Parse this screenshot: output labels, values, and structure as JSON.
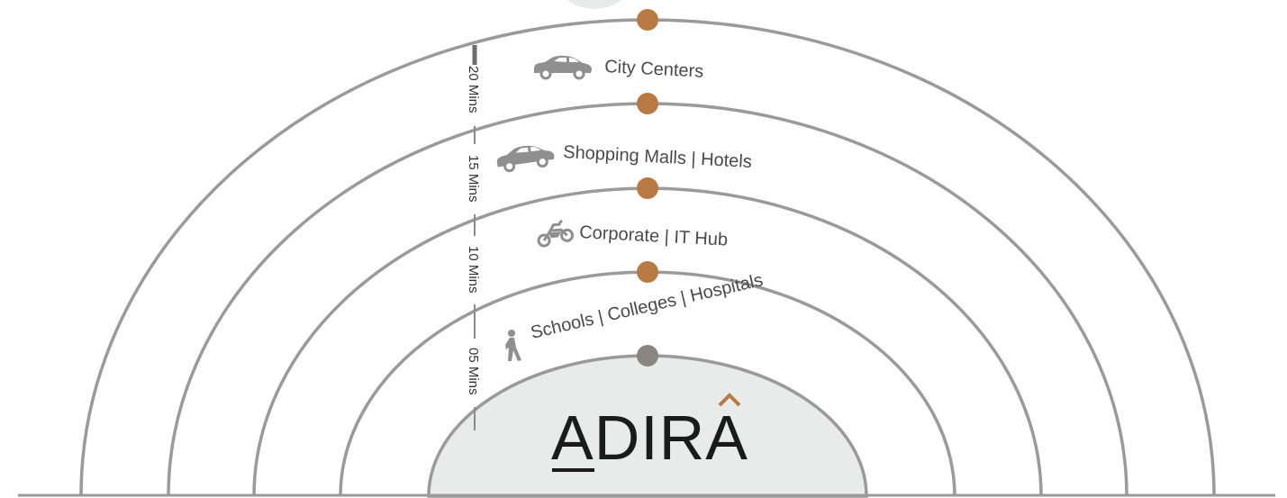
{
  "brand": {
    "name": "ADIRA"
  },
  "rings": [
    {
      "time": "05 Mins",
      "label": "Schools | Colleges | Hospitals",
      "icon": "walking-person-icon"
    },
    {
      "time": "10 Mins",
      "label": "Corporate | IT Hub",
      "icon": "motorcycle-icon"
    },
    {
      "time": "15 Mins",
      "label": "Shopping Malls | Hotels",
      "icon": "car-icon"
    },
    {
      "time": "20 Mins",
      "label": "City Centers",
      "icon": "car-icon"
    }
  ],
  "colors": {
    "ring": "#9a9a9a",
    "dot_accent": "#b87a45",
    "dot_center": "#8a8580",
    "center_fill": "#e9ebea",
    "icon": "#8f8f8f",
    "brand_accent": "#b87a45"
  }
}
